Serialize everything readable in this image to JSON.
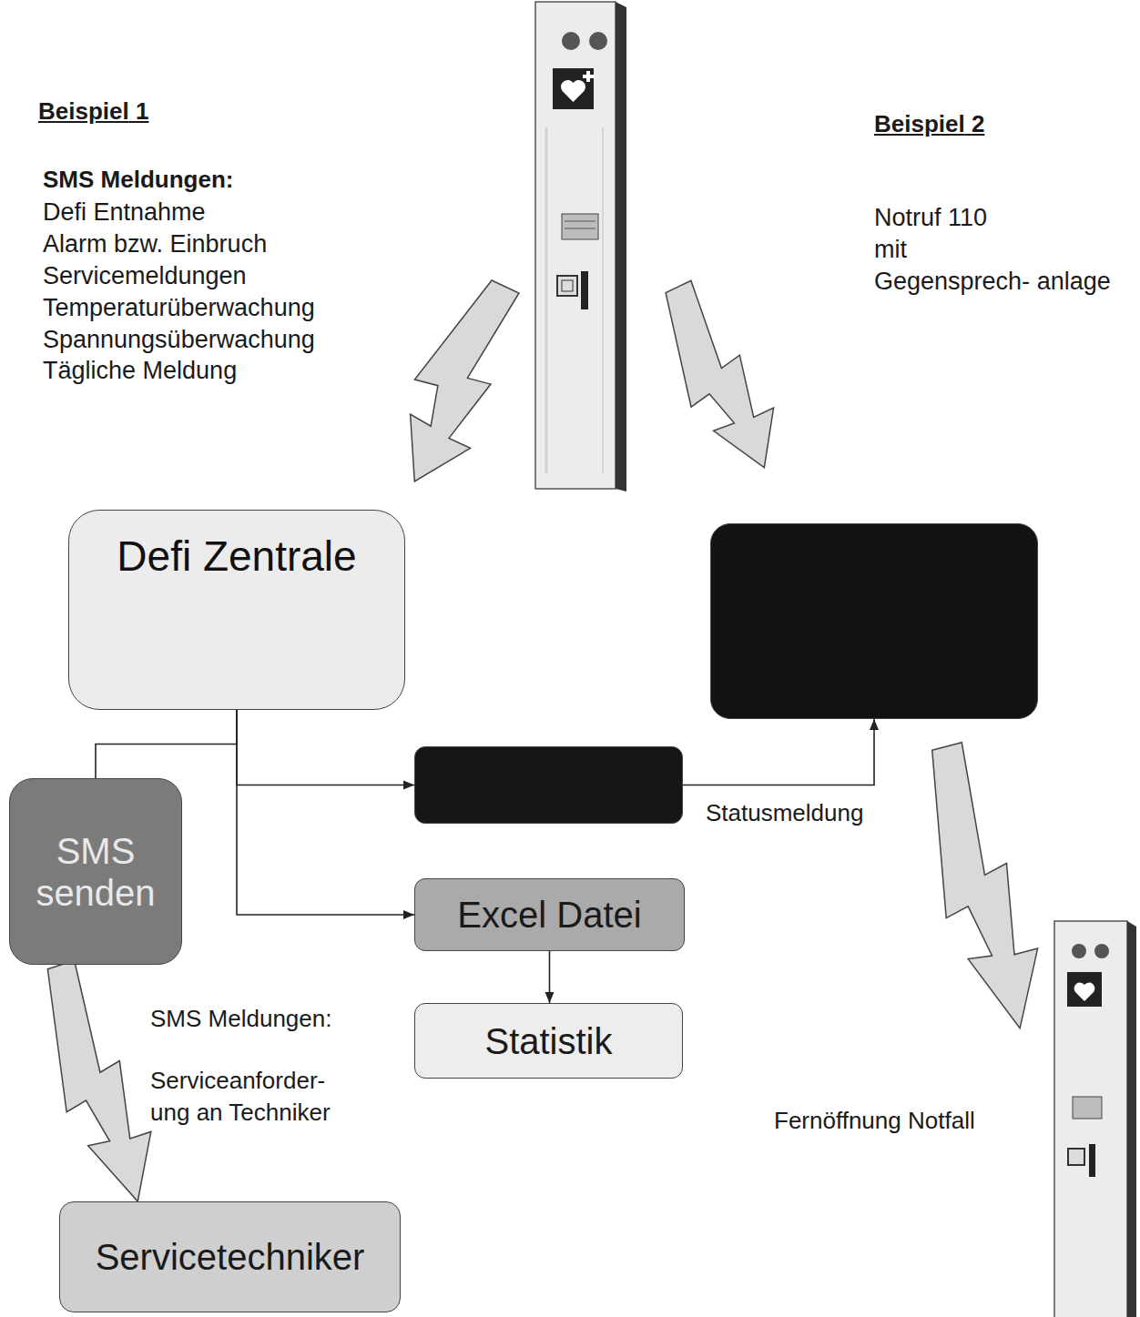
{
  "diagram": {
    "nodes": [
      {
        "text": [
          "Defi Zentrale"
        ]
      },
      {
        "text": []
      },
      {
        "text": [
          "SMS senden"
        ]
      },
      {
        "text": []
      },
      {
        "text": [
          "Excel Datei"
        ]
      },
      {
        "text": [
          "Statistik"
        ]
      },
      {
        "text": [
          "Servicetechniker"
        ]
      }
    ],
    "edges": [
      {
        "from": 0,
        "to": 2,
        "arrow": "none"
      },
      {
        "from": 0,
        "to": 3,
        "arrow": "to"
      },
      {
        "from": 0,
        "to": 4,
        "arrow": "to"
      },
      {
        "from": 3,
        "to": 1,
        "label": "Statusmeldung",
        "arrow": "to"
      },
      {
        "from": 4,
        "to": 5,
        "arrow": "to"
      },
      {
        "from": 2,
        "to": 6,
        "arrow": "to"
      }
    ],
    "labels": [
      "Beispiel 1",
      "SMS Meldungen:",
      "Defi Entnahme",
      "Alarm bzw. Einbruch",
      "Servicemeldungen",
      "Temperaturüberwachung",
      "Spannungsüberwachung",
      "Tägliche Meldung",
      "Beispiel 2",
      "Notruf 110 mit Gegensprech- anlage",
      "SMS Meldungen:",
      "Serviceanforder- ung an Techniker",
      "Fernöffnung Notfall"
    ]
  }
}
